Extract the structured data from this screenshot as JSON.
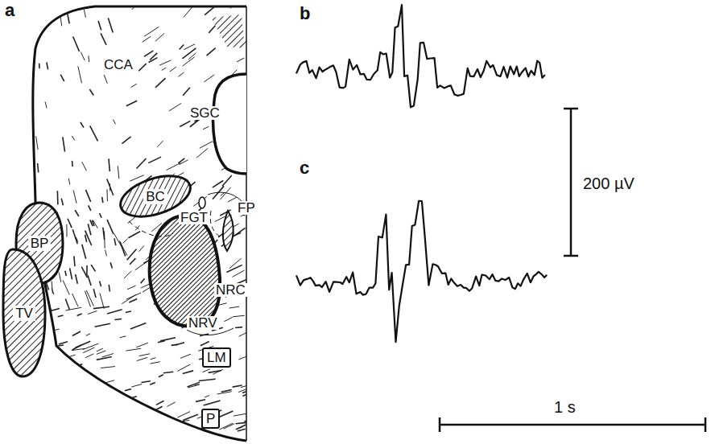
{
  "diagram": {
    "nodes": [
      {
        "text": [
          "BP"
        ]
      },
      {
        "text": [
          "TV"
        ]
      },
      {
        "text": [
          "BC"
        ]
      }
    ],
    "labels": [
      "a",
      "b",
      "c",
      "CCA",
      "SGC",
      "FGT",
      "FP",
      "NRC",
      "NRV",
      "LM",
      "P",
      "200 µV",
      "1 s"
    ]
  }
}
